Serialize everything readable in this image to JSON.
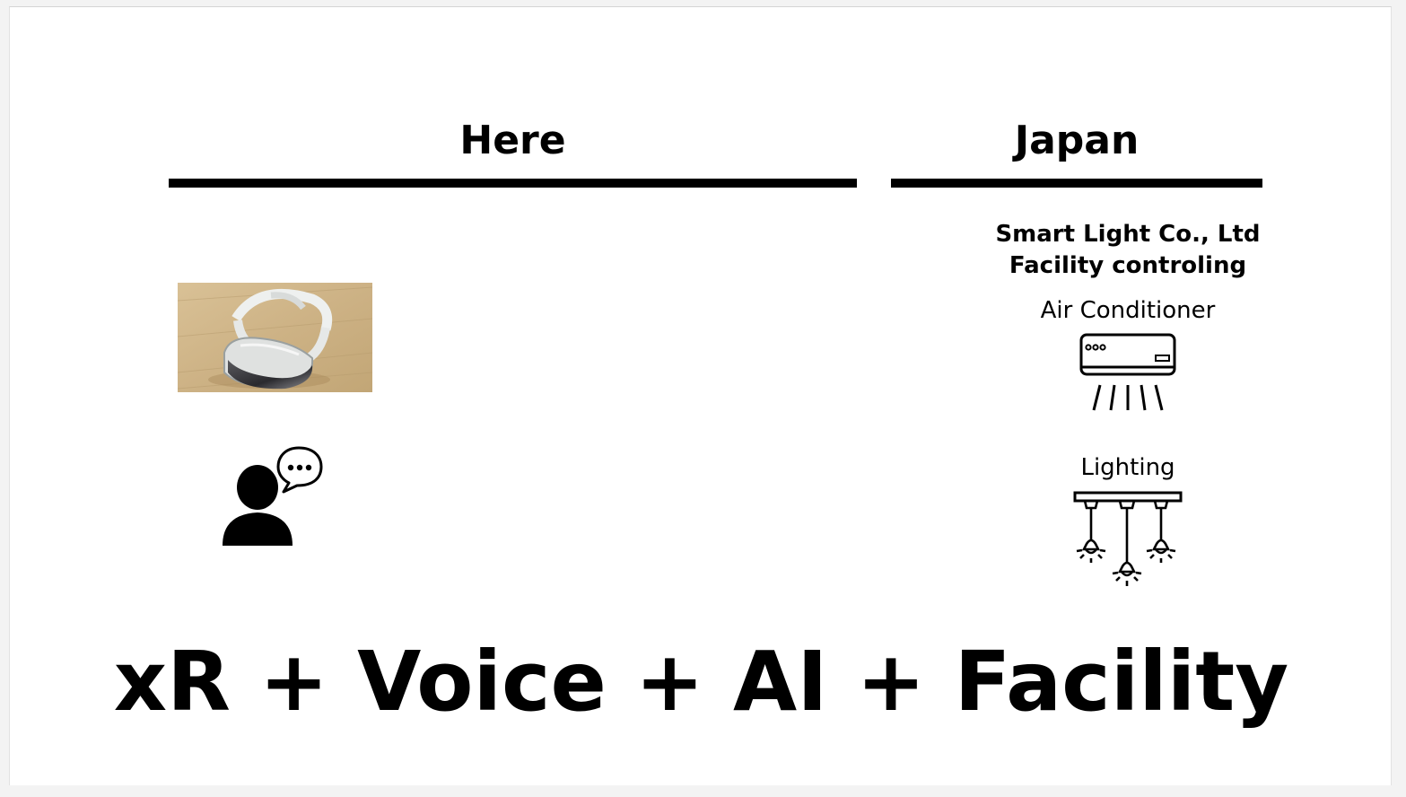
{
  "slide": {
    "left_heading": "Here",
    "right_heading": "Japan",
    "company": {
      "name": "Smart Light Co., Ltd",
      "subtitle": "Facility controling"
    },
    "devices": [
      {
        "label": "Air Conditioner",
        "icon": "air-conditioner-icon"
      },
      {
        "label": "Lighting",
        "icon": "ceiling-lights-icon"
      }
    ],
    "headset_image": "vr-headset-photo",
    "speaker_icon": "person-speaking-icon",
    "title": "xR + Voice + AI + Facility"
  }
}
